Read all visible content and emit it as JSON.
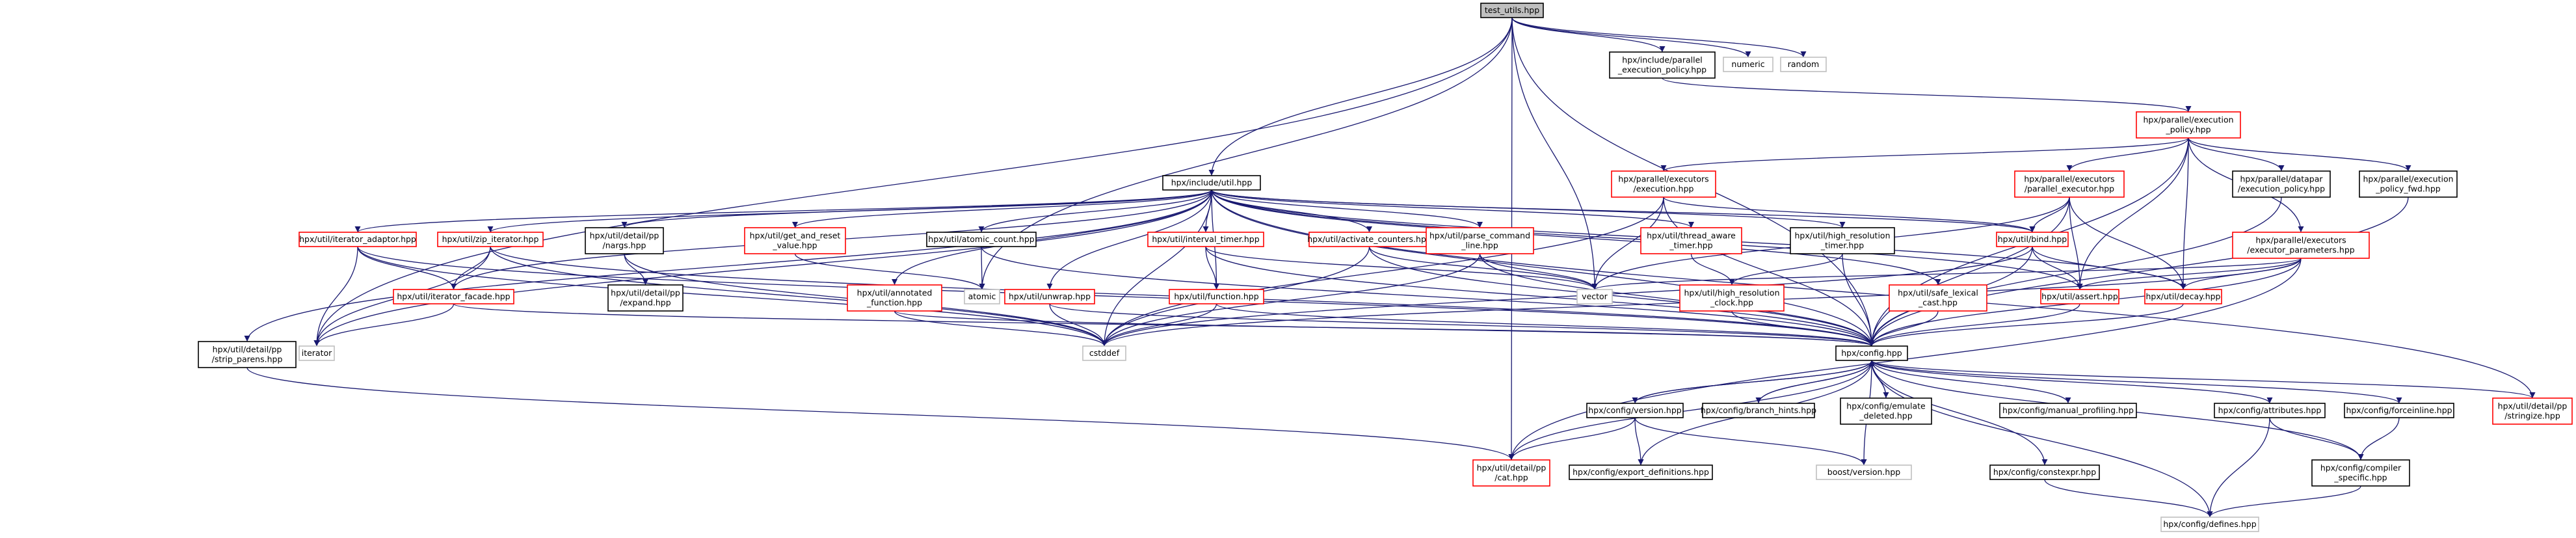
{
  "colors": {
    "edge": "#191970",
    "default_border": "#000000",
    "undocumented_border": "#bfbfbf",
    "link_border": "#ff0000",
    "root_fill": "#bfbfbf",
    "node_fill": "#ffffff"
  },
  "nodes": [
    {
      "id": "test_utils",
      "kind": "root",
      "lines": [
        "test_utils.hpp"
      ]
    },
    {
      "id": "par_pol",
      "kind": "black",
      "lines": [
        "hpx/include/parallel",
        "_execution_policy.hpp"
      ]
    },
    {
      "id": "numeric",
      "kind": "gray",
      "lines": [
        "numeric"
      ]
    },
    {
      "id": "random",
      "kind": "gray",
      "lines": [
        "random"
      ]
    },
    {
      "id": "exec_pol",
      "kind": "red",
      "lines": [
        "hpx/parallel/execution",
        "_policy.hpp"
      ]
    },
    {
      "id": "include_util",
      "kind": "black",
      "lines": [
        "hpx/include/util.hpp"
      ]
    },
    {
      "id": "execution",
      "kind": "red",
      "lines": [
        "hpx/parallel/executors",
        "/execution.hpp"
      ]
    },
    {
      "id": "par_exec",
      "kind": "red",
      "lines": [
        "hpx/parallel/executors",
        "/parallel_executor.hpp"
      ]
    },
    {
      "id": "datapar",
      "kind": "black",
      "lines": [
        "hpx/parallel/datapar",
        "/execution_policy.hpp"
      ]
    },
    {
      "id": "pol_fwd",
      "kind": "black",
      "lines": [
        "hpx/parallel/execution",
        "_policy_fwd.hpp"
      ]
    },
    {
      "id": "iter_adapt",
      "kind": "red",
      "lines": [
        "hpx/util/iterator_adaptor.hpp"
      ]
    },
    {
      "id": "zip_iter",
      "kind": "red",
      "lines": [
        "hpx/util/zip_iterator.hpp"
      ]
    },
    {
      "id": "nargs",
      "kind": "black",
      "lines": [
        "hpx/util/detail/pp",
        "/nargs.hpp"
      ]
    },
    {
      "id": "get_reset",
      "kind": "red",
      "lines": [
        "hpx/util/get_and_reset",
        "_value.hpp"
      ]
    },
    {
      "id": "atomic_count",
      "kind": "black",
      "lines": [
        "hpx/util/atomic_count.hpp"
      ]
    },
    {
      "id": "internal_timer",
      "kind": "red",
      "lines": [
        "hpx/util/interval_timer.hpp"
      ]
    },
    {
      "id": "activate",
      "kind": "red",
      "lines": [
        "hpx/util/activate_counters.hpp"
      ]
    },
    {
      "id": "parse_cmd",
      "kind": "red",
      "lines": [
        "hpx/util/parse_command",
        "_line.hpp"
      ]
    },
    {
      "id": "thread_aware",
      "kind": "red",
      "lines": [
        "hpx/util/thread_aware",
        "_timer.hpp"
      ]
    },
    {
      "id": "hires_timer",
      "kind": "black",
      "lines": [
        "hpx/util/high_resolution",
        "_timer.hpp"
      ]
    },
    {
      "id": "bind",
      "kind": "red",
      "lines": [
        "hpx/util/bind.hpp"
      ]
    },
    {
      "id": "exec_params",
      "kind": "red",
      "lines": [
        "hpx/parallel/executors",
        "/executor_parameters.hpp"
      ]
    },
    {
      "id": "iter_facade",
      "kind": "red",
      "lines": [
        "hpx/util/iterator_facade.hpp"
      ]
    },
    {
      "id": "expand",
      "kind": "black",
      "lines": [
        "hpx/util/detail/pp",
        "/expand.hpp"
      ]
    },
    {
      "id": "annotated",
      "kind": "red",
      "lines": [
        "hpx/util/annotated",
        "_function.hpp"
      ]
    },
    {
      "id": "atomic",
      "kind": "gray",
      "lines": [
        "atomic"
      ]
    },
    {
      "id": "unwrap",
      "kind": "red",
      "lines": [
        "hpx/util/unwrap.hpp"
      ]
    },
    {
      "id": "function",
      "kind": "red",
      "lines": [
        "hpx/util/function.hpp"
      ]
    },
    {
      "id": "vector",
      "kind": "gray",
      "lines": [
        "vector"
      ]
    },
    {
      "id": "hires_clock",
      "kind": "red",
      "lines": [
        "hpx/util/high_resolution",
        "_clock.hpp"
      ]
    },
    {
      "id": "safe_lexical",
      "kind": "red",
      "lines": [
        "hpx/util/safe_lexical",
        "_cast.hpp"
      ]
    },
    {
      "id": "assert",
      "kind": "red",
      "lines": [
        "hpx/util/assert.hpp"
      ]
    },
    {
      "id": "decay",
      "kind": "red",
      "lines": [
        "hpx/util/decay.hpp"
      ]
    },
    {
      "id": "strip_parens",
      "kind": "black",
      "lines": [
        "hpx/util/detail/pp",
        "/strip_parens.hpp"
      ]
    },
    {
      "id": "iterator",
      "kind": "gray",
      "lines": [
        "iterator"
      ]
    },
    {
      "id": "cstddef",
      "kind": "gray",
      "lines": [
        "cstddef"
      ]
    },
    {
      "id": "config",
      "kind": "black",
      "lines": [
        "hpx/config.hpp"
      ]
    },
    {
      "id": "stringize",
      "kind": "red",
      "lines": [
        "hpx/util/detail/pp",
        "/stringize.hpp"
      ]
    },
    {
      "id": "version",
      "kind": "black",
      "lines": [
        "hpx/config/version.hpp"
      ]
    },
    {
      "id": "branch_hints",
      "kind": "black",
      "lines": [
        "hpx/config/branch_hints.hpp"
      ]
    },
    {
      "id": "emulate_deleted",
      "kind": "black",
      "lines": [
        "hpx/config/emulate",
        "_deleted.hpp"
      ]
    },
    {
      "id": "manual_profiling",
      "kind": "black",
      "lines": [
        "hpx/config/manual_profiling.hpp"
      ]
    },
    {
      "id": "attributes",
      "kind": "black",
      "lines": [
        "hpx/config/attributes.hpp"
      ]
    },
    {
      "id": "forceinline",
      "kind": "black",
      "lines": [
        "hpx/config/forceinline.hpp"
      ]
    },
    {
      "id": "cat",
      "kind": "red",
      "lines": [
        "hpx/util/detail/pp",
        "/cat.hpp"
      ]
    },
    {
      "id": "export_defs",
      "kind": "black",
      "lines": [
        "hpx/config/export_definitions.hpp"
      ]
    },
    {
      "id": "boost_version",
      "kind": "gray",
      "lines": [
        "boost/version.hpp"
      ]
    },
    {
      "id": "constexpr",
      "kind": "black",
      "lines": [
        "hpx/config/constexpr.hpp"
      ]
    },
    {
      "id": "compiler_specific",
      "kind": "black",
      "lines": [
        "hpx/config/compiler",
        "_specific.hpp"
      ]
    },
    {
      "id": "defines",
      "kind": "gray",
      "lines": [
        "hpx/config/defines.hpp"
      ]
    }
  ],
  "edges": [
    [
      "test_utils",
      "par_pol"
    ],
    [
      "test_utils",
      "numeric"
    ],
    [
      "test_utils",
      "random"
    ],
    [
      "test_utils",
      "include_util"
    ],
    [
      "test_utils",
      "iterator"
    ],
    [
      "test_utils",
      "vector"
    ],
    [
      "test_utils",
      "atomic"
    ],
    [
      "test_utils",
      "cat"
    ],
    [
      "test_utils",
      "config"
    ],
    [
      "par_pol",
      "exec_pol"
    ],
    [
      "exec_pol",
      "execution"
    ],
    [
      "exec_pol",
      "par_exec"
    ],
    [
      "exec_pol",
      "datapar"
    ],
    [
      "exec_pol",
      "pol_fwd"
    ],
    [
      "exec_pol",
      "exec_params"
    ],
    [
      "exec_pol",
      "decay"
    ],
    [
      "exec_pol",
      "config"
    ],
    [
      "exec_pol",
      "assert"
    ],
    [
      "include_util",
      "iter_adapt"
    ],
    [
      "include_util",
      "zip_iter"
    ],
    [
      "include_util",
      "nargs"
    ],
    [
      "include_util",
      "get_reset"
    ],
    [
      "include_util",
      "atomic_count"
    ],
    [
      "include_util",
      "internal_timer"
    ],
    [
      "include_util",
      "activate"
    ],
    [
      "include_util",
      "parse_cmd"
    ],
    [
      "include_util",
      "thread_aware"
    ],
    [
      "include_util",
      "hires_timer"
    ],
    [
      "include_util",
      "bind"
    ],
    [
      "include_util",
      "iter_facade"
    ],
    [
      "include_util",
      "annotated"
    ],
    [
      "include_util",
      "unwrap"
    ],
    [
      "include_util",
      "function"
    ],
    [
      "include_util",
      "safe_lexical"
    ],
    [
      "include_util",
      "assert"
    ],
    [
      "include_util",
      "decay"
    ],
    [
      "include_util",
      "strip_parens"
    ],
    [
      "include_util",
      "iterator"
    ],
    [
      "include_util",
      "cstddef"
    ],
    [
      "include_util",
      "config"
    ],
    [
      "include_util",
      "stringize"
    ],
    [
      "execution",
      "vector"
    ],
    [
      "execution",
      "config"
    ],
    [
      "execution",
      "bind"
    ],
    [
      "execution",
      "cstddef"
    ],
    [
      "par_exec",
      "bind"
    ],
    [
      "par_exec",
      "assert"
    ],
    [
      "par_exec",
      "decay"
    ],
    [
      "par_exec",
      "config"
    ],
    [
      "par_exec",
      "vector"
    ],
    [
      "datapar",
      "config"
    ],
    [
      "pol_fwd",
      "config"
    ],
    [
      "exec_params",
      "config"
    ],
    [
      "exec_params",
      "assert"
    ],
    [
      "exec_params",
      "decay"
    ],
    [
      "exec_params",
      "cstddef"
    ],
    [
      "exec_params",
      "vector"
    ],
    [
      "exec_params",
      "cat"
    ],
    [
      "iter_adapt",
      "iter_facade"
    ],
    [
      "iter_adapt",
      "iterator"
    ],
    [
      "iter_adapt",
      "config"
    ],
    [
      "iter_adapt",
      "cstddef"
    ],
    [
      "zip_iter",
      "iter_facade"
    ],
    [
      "zip_iter",
      "iterator"
    ],
    [
      "zip_iter",
      "config"
    ],
    [
      "zip_iter",
      "cstddef"
    ],
    [
      "nargs",
      "expand"
    ],
    [
      "nargs",
      "cstddef"
    ],
    [
      "get_reset",
      "atomic"
    ],
    [
      "atomic_count",
      "atomic"
    ],
    [
      "atomic_count",
      "config"
    ],
    [
      "internal_timer",
      "function"
    ],
    [
      "internal_timer",
      "config"
    ],
    [
      "internal_timer",
      "vector"
    ],
    [
      "activate",
      "config"
    ],
    [
      "activate",
      "cstddef"
    ],
    [
      "activate",
      "vector"
    ],
    [
      "parse_cmd",
      "config"
    ],
    [
      "parse_cmd",
      "vector"
    ],
    [
      "parse_cmd",
      "cstddef"
    ],
    [
      "thread_aware",
      "hires_clock"
    ],
    [
      "hires_timer",
      "hires_clock"
    ],
    [
      "hires_timer",
      "config"
    ],
    [
      "bind",
      "assert"
    ],
    [
      "bind",
      "decay"
    ],
    [
      "bind",
      "config"
    ],
    [
      "bind",
      "cstddef"
    ],
    [
      "iter_facade",
      "config"
    ],
    [
      "iter_facade",
      "iterator"
    ],
    [
      "annotated",
      "config"
    ],
    [
      "annotated",
      "cstddef"
    ],
    [
      "unwrap",
      "config"
    ],
    [
      "unwrap",
      "cstddef"
    ],
    [
      "function",
      "config"
    ],
    [
      "function",
      "cstddef"
    ],
    [
      "hires_clock",
      "config"
    ],
    [
      "safe_lexical",
      "config"
    ],
    [
      "assert",
      "config"
    ],
    [
      "decay",
      "config"
    ],
    [
      "strip_parens",
      "cat"
    ],
    [
      "config",
      "version"
    ],
    [
      "config",
      "branch_hints"
    ],
    [
      "config",
      "emulate_deleted"
    ],
    [
      "config",
      "manual_profiling"
    ],
    [
      "config",
      "attributes"
    ],
    [
      "config",
      "forceinline"
    ],
    [
      "config",
      "cat"
    ],
    [
      "config",
      "export_defs"
    ],
    [
      "config",
      "boost_version"
    ],
    [
      "config",
      "constexpr"
    ],
    [
      "config",
      "compiler_specific"
    ],
    [
      "config",
      "defines"
    ],
    [
      "config",
      "stringize"
    ],
    [
      "version",
      "cat"
    ],
    [
      "version",
      "export_defs"
    ],
    [
      "version",
      "boost_version"
    ],
    [
      "version",
      "config"
    ],
    [
      "branch_hints",
      "config"
    ],
    [
      "emulate_deleted",
      "config"
    ],
    [
      "attributes",
      "compiler_specific"
    ],
    [
      "attributes",
      "defines"
    ],
    [
      "forceinline",
      "compiler_specific"
    ],
    [
      "constexpr",
      "defines"
    ],
    [
      "compiler_specific",
      "defines"
    ]
  ]
}
